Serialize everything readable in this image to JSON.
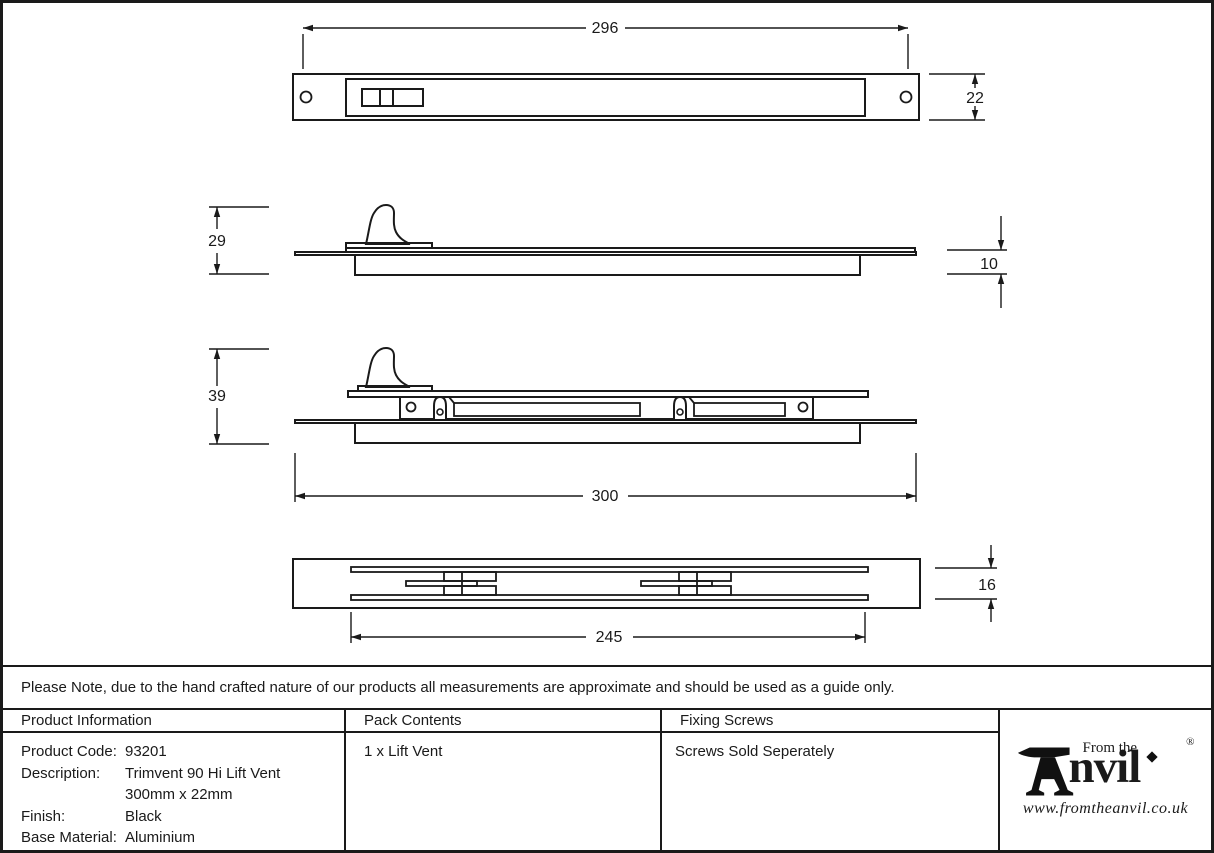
{
  "drawing": {
    "dims": {
      "face_width": "296",
      "face_height": "22",
      "closed_height": "29",
      "frame_depth": "10",
      "open_height": "39",
      "overall_length": "300",
      "bottom_depth": "16",
      "cutout_length": "245"
    }
  },
  "note": {
    "text": "Please Note, due to the hand crafted nature of our products all measurements are approximate and should be used as a guide only."
  },
  "table": {
    "headers": {
      "product_information": "Product Information",
      "pack_contents": "Pack Contents",
      "fixing_screws": "Fixing Screws"
    },
    "product_information": {
      "rows": [
        {
          "label": "Product Code:",
          "value": "93201"
        },
        {
          "label": "Description:",
          "value": "Trimvent 90 Hi Lift Vent"
        },
        {
          "label": "",
          "value": "300mm x 22mm"
        },
        {
          "label": "Finish:",
          "value": "Black"
        },
        {
          "label": "Base Material:",
          "value": "Aluminium"
        }
      ]
    },
    "pack_contents": {
      "value": "1 x Lift Vent"
    },
    "fixing_screws": {
      "value": "Screws Sold Seperately"
    }
  },
  "logo": {
    "from_the": "From the",
    "wordmark_tail": "nvil",
    "registered": "®",
    "website": "www.fromtheanvil.co.uk"
  },
  "colors": {
    "line": "#1a1a1a",
    "background": "#ffffff"
  }
}
